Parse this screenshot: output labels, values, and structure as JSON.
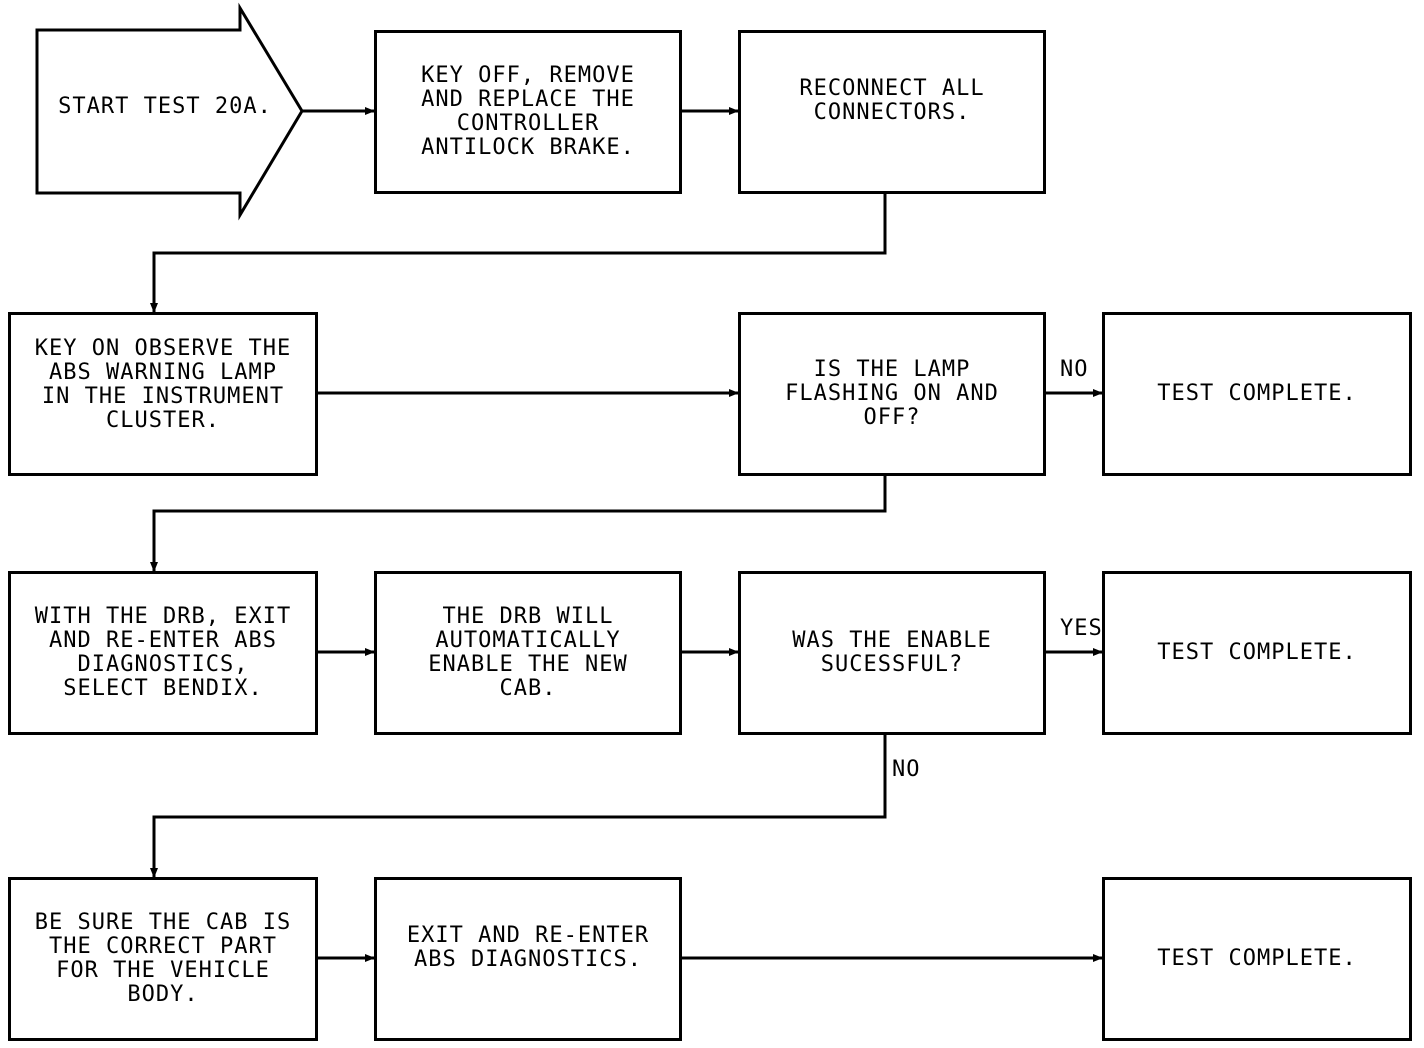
{
  "flowchart": {
    "start": "START TEST 20A.",
    "steps": {
      "replace_controller": "KEY OFF, REMOVE\nAND REPLACE THE\nCONTROLLER\nANTILOCK BRAKE.",
      "reconnect": "RECONNECT ALL\nCONNECTORS.",
      "key_on_observe": "KEY ON OBSERVE THE\nABS WARNING LAMP\nIN THE INSTRUMENT\nCLUSTER.",
      "lamp_flashing_q": "IS THE LAMP\nFLASHING ON AND\nOFF?",
      "complete_1": "TEST COMPLETE.",
      "drb_exit_reenter": "WITH THE DRB, EXIT\nAND RE-ENTER ABS\nDIAGNOSTICS,\nSELECT BENDIX.",
      "drb_auto_enable": "THE DRB WILL\nAUTOMATICALLY\nENABLE THE NEW\nCAB.",
      "enable_success_q": "WAS THE ENABLE\nSUCESSFUL?",
      "complete_2": "TEST COMPLETE.",
      "cab_correct": "BE SURE THE CAB IS\nTHE CORRECT PART\nFOR THE VEHICLE\nBODY.",
      "exit_reenter": "EXIT AND RE-ENTER\nABS DIAGNOSTICS.",
      "complete_3": "TEST COMPLETE."
    },
    "labels": {
      "no_1": "NO",
      "yes_1": "YES",
      "no_2": "NO"
    }
  }
}
